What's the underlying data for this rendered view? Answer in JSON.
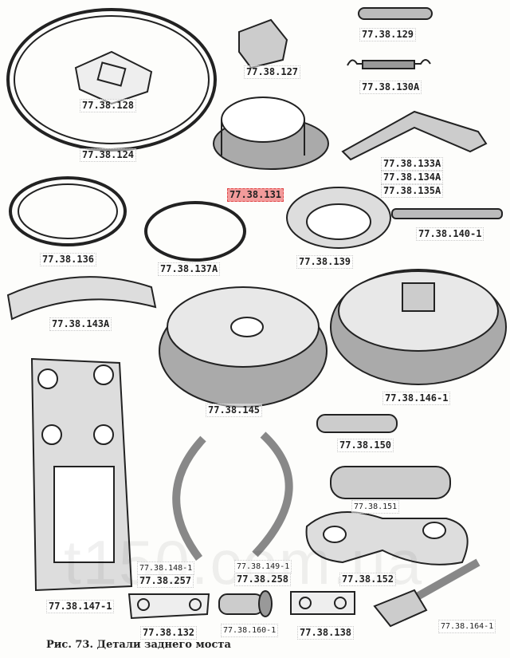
{
  "watermark": "t150.com.ua",
  "caption": "Рис. 73. Детали заднего моста",
  "highlight_color": "#f29b9b",
  "parts": [
    {
      "id": "p128",
      "label": "77.38.128"
    },
    {
      "id": "p124",
      "label": "77.38.124"
    },
    {
      "id": "p127",
      "label": "77.38.127"
    },
    {
      "id": "p129",
      "label": "77.38.129"
    },
    {
      "id": "p130",
      "label": "77.38.130А"
    },
    {
      "id": "p133",
      "label": "77.38.133А"
    },
    {
      "id": "p134",
      "label": "77.38.134А"
    },
    {
      "id": "p135",
      "label": "77.38.135А"
    },
    {
      "id": "p131",
      "label": "77.38.131",
      "selected": true
    },
    {
      "id": "p136",
      "label": "77.38.136"
    },
    {
      "id": "p137",
      "label": "77.38.137А"
    },
    {
      "id": "p139",
      "label": "77.38.139"
    },
    {
      "id": "p140",
      "label": "77.38.140-1"
    },
    {
      "id": "p143",
      "label": "77.38.143А"
    },
    {
      "id": "p146",
      "label": "77.38.146-1"
    },
    {
      "id": "p145",
      "label": "77.38.145"
    },
    {
      "id": "p150",
      "label": "77.38.150"
    },
    {
      "id": "p151",
      "label": "77.38.151"
    },
    {
      "id": "p148",
      "label": "77.38.148-1"
    },
    {
      "id": "p257",
      "label": "77.38.257"
    },
    {
      "id": "p149",
      "label": "77.38.149-1"
    },
    {
      "id": "p258",
      "label": "77.38.258"
    },
    {
      "id": "p152",
      "label": "77.38.152"
    },
    {
      "id": "p147",
      "label": "77.38.147-1"
    },
    {
      "id": "p132",
      "label": "77.38.132"
    },
    {
      "id": "p160",
      "label": "77.38.160-1"
    },
    {
      "id": "p138",
      "label": "77.38.138"
    },
    {
      "id": "p164",
      "label": "77.38.164-1"
    }
  ]
}
